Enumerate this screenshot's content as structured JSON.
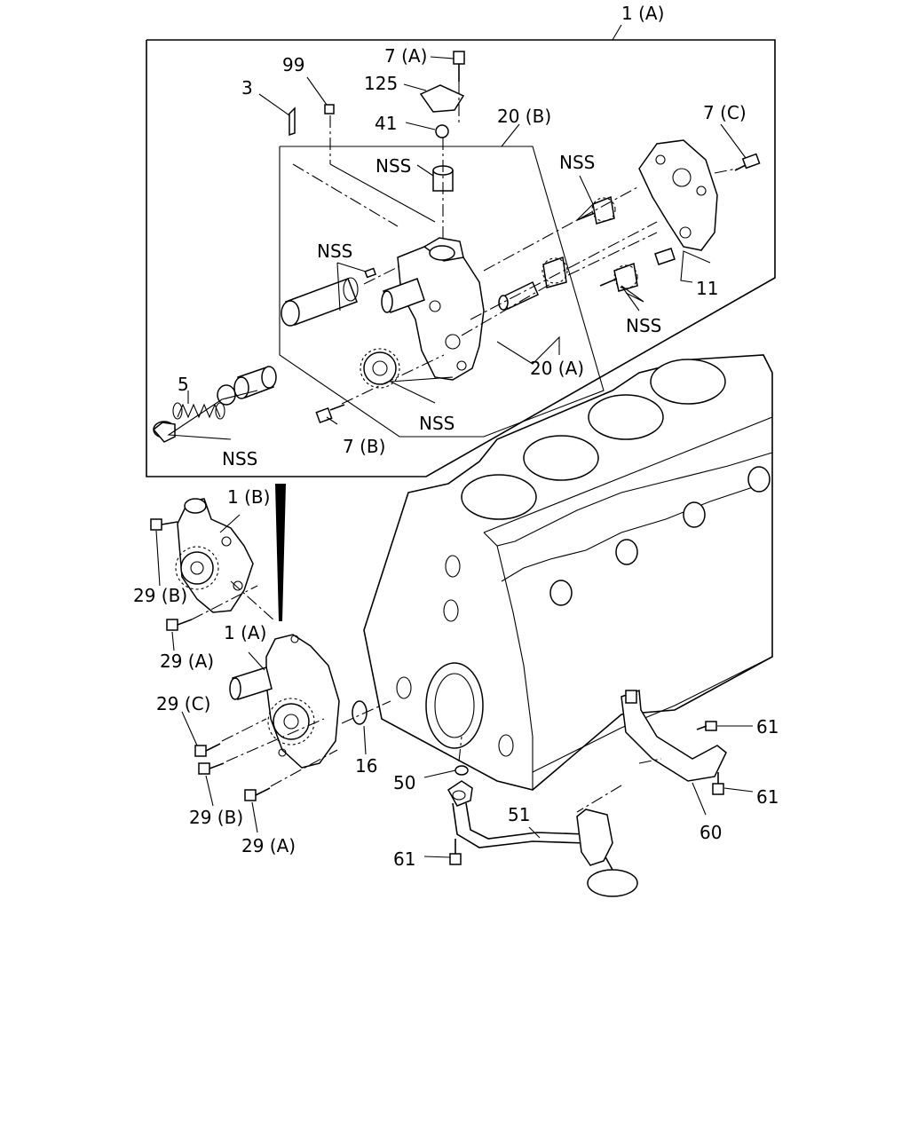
{
  "diagram": {
    "callouts": [
      {
        "id": "c-1a-top",
        "text": "1 (A)"
      },
      {
        "id": "c-7a",
        "text": "7 (A)"
      },
      {
        "id": "c-99",
        "text": "99"
      },
      {
        "id": "c-3",
        "text": "3"
      },
      {
        "id": "c-125",
        "text": "125"
      },
      {
        "id": "c-41",
        "text": "41"
      },
      {
        "id": "c-20b",
        "text": "20 (B)"
      },
      {
        "id": "c-7c",
        "text": "7 (C)"
      },
      {
        "id": "c-nss-1",
        "text": "NSS"
      },
      {
        "id": "c-nss-2",
        "text": "NSS"
      },
      {
        "id": "c-nss-3",
        "text": "NSS"
      },
      {
        "id": "c-11",
        "text": "11"
      },
      {
        "id": "c-nss-4",
        "text": "NSS"
      },
      {
        "id": "c-20a",
        "text": "20 (A)"
      },
      {
        "id": "c-5",
        "text": "5"
      },
      {
        "id": "c-nss-5",
        "text": "NSS"
      },
      {
        "id": "c-7b",
        "text": "7 (B)"
      },
      {
        "id": "c-nss-6",
        "text": "NSS"
      },
      {
        "id": "c-1b",
        "text": "1 (B)"
      },
      {
        "id": "c-29b-1",
        "text": "29 (B)"
      },
      {
        "id": "c-1a-mid",
        "text": "1 (A)"
      },
      {
        "id": "c-29a-1",
        "text": "29 (A)"
      },
      {
        "id": "c-29c",
        "text": "29 (C)"
      },
      {
        "id": "c-16",
        "text": "16"
      },
      {
        "id": "c-29b-2",
        "text": "29 (B)"
      },
      {
        "id": "c-29a-2",
        "text": "29 (A)"
      },
      {
        "id": "c-50",
        "text": "50"
      },
      {
        "id": "c-51",
        "text": "51"
      },
      {
        "id": "c-61-a",
        "text": "61"
      },
      {
        "id": "c-61-b",
        "text": "61"
      },
      {
        "id": "c-61-c",
        "text": "61"
      },
      {
        "id": "c-60",
        "text": "60"
      }
    ]
  }
}
